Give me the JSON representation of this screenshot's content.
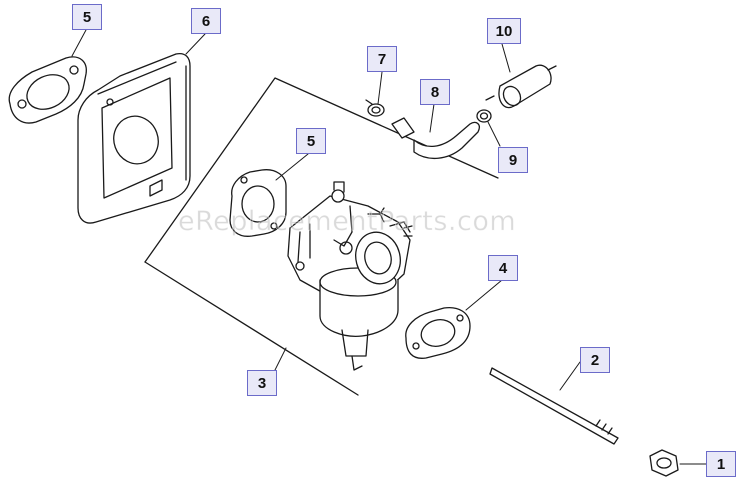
{
  "diagram": {
    "watermark": "eReplacementParts.com",
    "callouts": [
      {
        "id": "c1",
        "label": "1"
      },
      {
        "id": "c2",
        "label": "2"
      },
      {
        "id": "c3",
        "label": "3"
      },
      {
        "id": "c4",
        "label": "4"
      },
      {
        "id": "c5a",
        "label": "5"
      },
      {
        "id": "c5b",
        "label": "5"
      },
      {
        "id": "c6",
        "label": "6"
      },
      {
        "id": "c7",
        "label": "7"
      },
      {
        "id": "c8",
        "label": "8"
      },
      {
        "id": "c9",
        "label": "9"
      },
      {
        "id": "c10",
        "label": "10"
      }
    ],
    "colors": {
      "line": "#1a1a1a",
      "callout_border": "#6b6bc9",
      "callout_fill": "#e9e9f8"
    }
  }
}
